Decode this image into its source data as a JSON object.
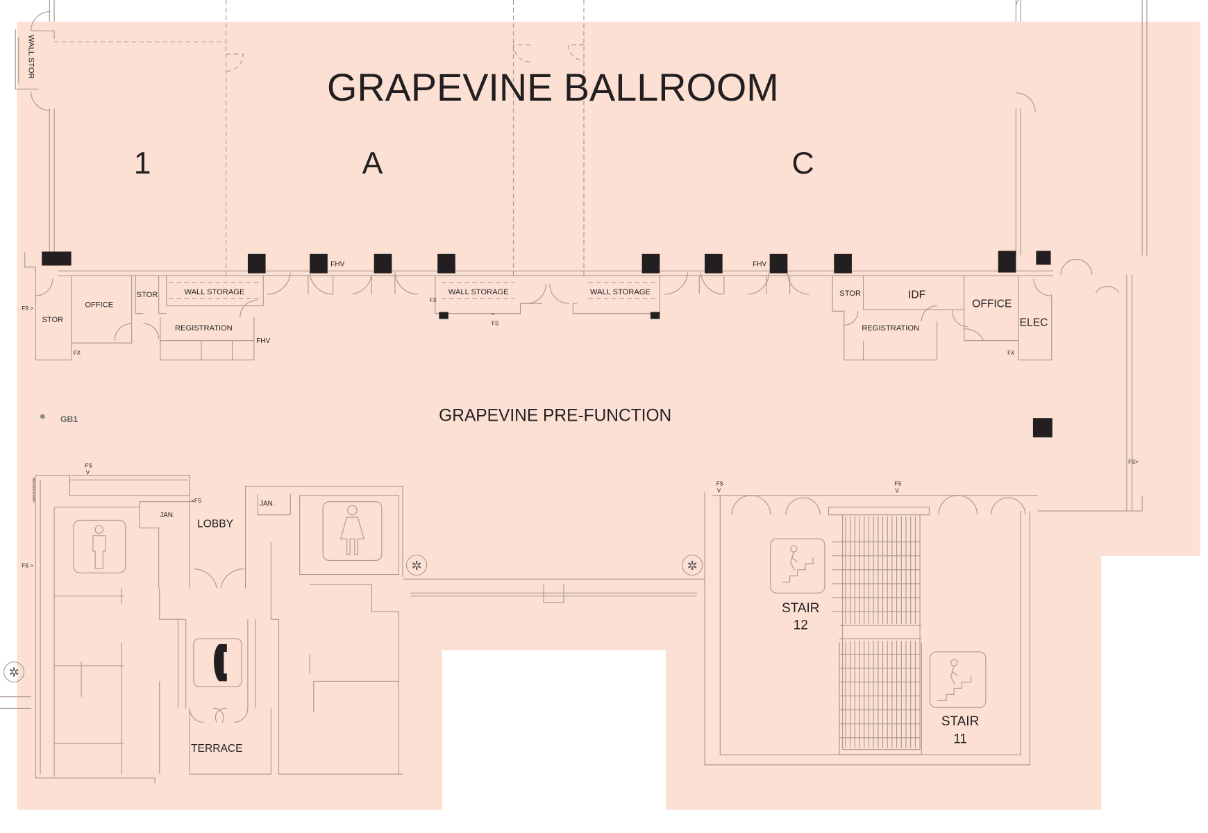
{
  "title": "GRAPEVINE BALLROOM",
  "sections": [
    "1",
    "A",
    "C"
  ],
  "prefunction": "GRAPEVINE PRE-FUNCTION",
  "marker": "GB1",
  "rooms": {
    "wall_stor": "WALL STOR",
    "stor_left": "STOR",
    "office_left": "OFFICE",
    "stor_left2": "STOR",
    "wall_storage_1": "WALL STORAGE",
    "registration_left": "REGISTRATION",
    "wall_storage_2": "WALL STORAGE",
    "wall_storage_3": "WALL STORAGE",
    "stor_right": "STOR",
    "idf": "IDF",
    "office_right": "OFFICE",
    "elec": "ELEC",
    "registration_right": "REGISTRATION",
    "lobby": "LOBBY",
    "jan_left": "JAN.",
    "jan_right": "JAN.",
    "terrace": "TERRACE",
    "reader_board": "READER BOARD"
  },
  "stairs": [
    {
      "label": "STAIR",
      "number": "12"
    },
    {
      "label": "STAIR",
      "number": "11"
    }
  ],
  "annotations": {
    "fhv": "FHV",
    "fs": "FS",
    "fx": "FX",
    "fs_right": "FS>",
    "fs_left": "FS >",
    "fs_lobby": "<FS",
    "fs_down": "V",
    "fs_up": "^"
  },
  "colors": {
    "floor": "#fce0d4",
    "wall": "#a89690",
    "column": "#231f20"
  }
}
